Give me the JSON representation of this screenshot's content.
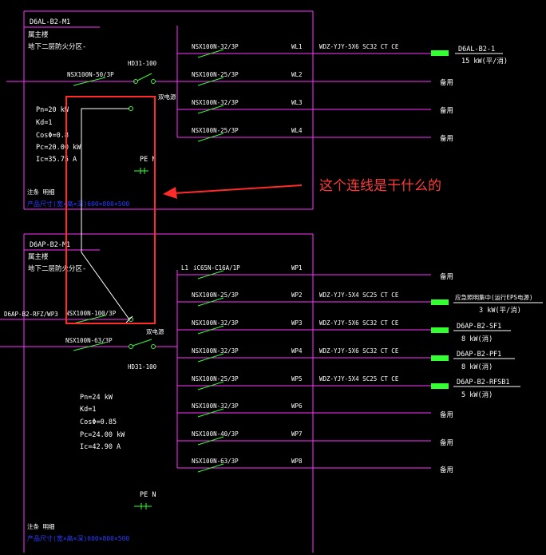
{
  "panel1": {
    "name": "D6AL-B2-M1",
    "model": "属主楼",
    "location": "地下二层防火分区-",
    "incoming_breaker": "NSX100N-50/3P",
    "isolator": "HD31-100",
    "dual_label": "双电源",
    "params": [
      "Pn=20 kW",
      "Kd=1",
      "CosΦ=0.8",
      "Pc=20.00 kW",
      "Ic=35.75 A"
    ],
    "pe_label": "PE  N",
    "note": "注条  明细",
    "dim_note": "产品尺寸(宽×高×深)600×800×500",
    "circuits": [
      {
        "breaker": "NSX100N-32/3P",
        "id": "WL1",
        "cable": "WDZ-YJY-5X6  SC32  CT CE",
        "dest": "D6AL-B2-1",
        "power": "15 kW(平/消)"
      },
      {
        "breaker": "NSX100N-25/3P",
        "id": "WL2",
        "cable": "",
        "dest": "备用",
        "power": ""
      },
      {
        "breaker": "NSX100N-32/3P",
        "id": "WL3",
        "cable": "",
        "dest": "备用",
        "power": ""
      },
      {
        "breaker": "NSX100N-25/3P",
        "id": "WL4",
        "cable": "",
        "dest": "备用",
        "power": ""
      }
    ]
  },
  "panel2": {
    "name": "D6AP-B2-M1",
    "model": "属主楼",
    "location": "地下二层防火分区-",
    "incoming_source": "D6AP-B2-RFZ/WP3",
    "incoming_breaker": "NSX100N-100/3P",
    "incoming_breaker_2": "NSX100N-63/3P",
    "isolator": "HD31-100",
    "dual_label": "双电源",
    "params": [
      "Pn=24 kW",
      "Kd=1",
      "CosΦ=0.85",
      "Pc=24.00 kW",
      "Ic=42.90 A"
    ],
    "pe_label": "PE  N",
    "note": "注条  明细",
    "dim_note": "产品尺寸(宽×高×深)600×800×500",
    "circuits": [
      {
        "breaker": "iC65N-C16A/1P",
        "phase": "L1",
        "id": "WP1",
        "cable": "",
        "dest": "备用",
        "power": ""
      },
      {
        "breaker": "NSX100N-25/3P",
        "id": "WP2",
        "cable": "WDZ-YJY-5X4  SC25  CT CE",
        "dest": "应急照明集中(运行EPS电源)",
        "power": "3 kW(平/消)"
      },
      {
        "breaker": "NSX100N-32/3P",
        "id": "WP3",
        "cable": "WDZ-YJY-5X6  SC32  CT CE",
        "dest": "D6AP-B2-SF1",
        "power": "8 kW(消)"
      },
      {
        "breaker": "NSX100N-32/3P",
        "id": "WP4",
        "cable": "WDZ-YJY-5X6  SC32  CT CE",
        "dest": "D6AP-B2-PF1",
        "power": "8 kW(消)"
      },
      {
        "breaker": "NSX100N-25/3P",
        "id": "WP5",
        "cable": "WDZ-YJY-5X4  SC25  CT CE",
        "dest": "D6AP-B2-RFSB1",
        "power": "5 kW(消)"
      },
      {
        "breaker": "NSX100N-32/3P",
        "id": "WP6",
        "cable": "",
        "dest": "备用",
        "power": ""
      },
      {
        "breaker": "NSX100N-40/3P",
        "id": "WP7",
        "cable": "",
        "dest": "备用",
        "power": ""
      },
      {
        "breaker": "NSX100N-63/3P",
        "id": "WP8",
        "cable": "",
        "dest": "备用",
        "power": ""
      }
    ]
  },
  "annotation": {
    "question": "这个连线是干什么的"
  },
  "colors": {
    "background": "#000000",
    "frame": "#ff33ff",
    "breaker": "#33ff33",
    "text": "#ffffff",
    "highlight": "#ff2a2a",
    "note": "#2a3cff"
  }
}
